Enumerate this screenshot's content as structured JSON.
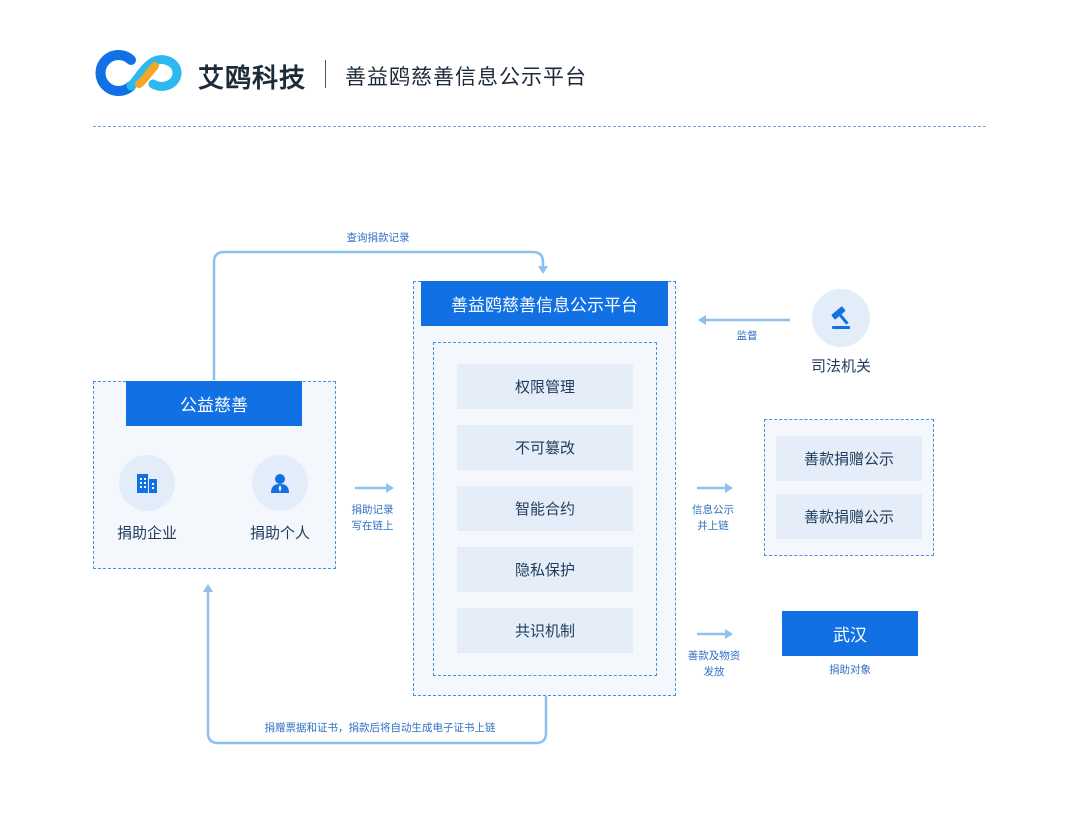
{
  "header": {
    "brand": "艾鸥科技",
    "subtitle": "善益鸥慈善信息公示平台"
  },
  "left": {
    "title": "公益慈善",
    "donor_enterprise": "捐助企业",
    "donor_individual": "捐助个人"
  },
  "center": {
    "title": "善益鸥慈善信息公示平台",
    "features": [
      "权限管理",
      "不可篡改",
      "智能合约",
      "隐私保护",
      "共识机制"
    ]
  },
  "judicial": {
    "label": "司法机关",
    "arrow_label": "监督"
  },
  "publicity": {
    "items": [
      "善款捐赠公示",
      "善款捐赠公示"
    ],
    "arrow_label_1": "信息公示",
    "arrow_label_2": "并上链"
  },
  "recipient": {
    "title": "武汉",
    "sublabel": "捐助对象",
    "arrow_label_1": "善款及物资",
    "arrow_label_2": "发放"
  },
  "flows": {
    "query": "查询捐款记录",
    "write_1": "捐助记录",
    "write_2": "写在链上",
    "bottom": "捐赠票据和证书，捐款后将自动生成电子证书上链"
  },
  "colors": {
    "primary": "#1170e4",
    "line": "#8cc1f0",
    "panel": "#f4f8fd",
    "feature": "#e5eef8"
  }
}
